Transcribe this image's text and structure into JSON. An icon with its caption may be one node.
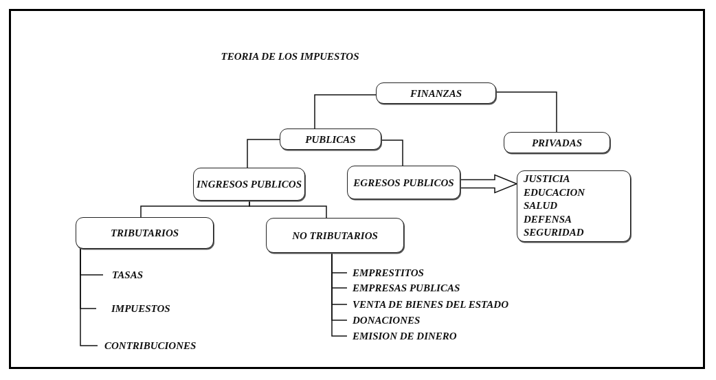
{
  "diagram": {
    "title": "TEORIA DE LOS IMPUESTOS",
    "nodes": [
      {
        "text": [
          "FINANZAS"
        ]
      },
      {
        "text": [
          "PUBLICAS"
        ]
      },
      {
        "text": [
          "PRIVADAS"
        ]
      },
      {
        "text": [
          "INGRESOS PUBLICOS"
        ]
      },
      {
        "text": [
          "EGRESOS PUBLICOS"
        ]
      },
      {
        "text": [
          "JUSTICIA",
          "EDUCACION",
          "SALUD",
          "DEFENSA",
          "SEGURIDAD"
        ]
      },
      {
        "text": [
          "TRIBUTARIOS"
        ]
      },
      {
        "text": [
          "NO TRIBUTARIOS"
        ]
      },
      {
        "text": [
          "TASAS"
        ]
      },
      {
        "text": [
          "IMPUESTOS"
        ]
      },
      {
        "text": [
          "CONTRIBUCIONES"
        ]
      },
      {
        "text": [
          "EMPRESTITOS"
        ]
      },
      {
        "text": [
          "EMPRESAS PUBLICAS"
        ]
      },
      {
        "text": [
          "VENTA DE BIENES DEL ESTADO"
        ]
      },
      {
        "text": [
          "DONACIONES"
        ]
      },
      {
        "text": [
          "EMISION DE DINERO"
        ]
      }
    ],
    "edges": [
      {
        "from": 0,
        "to": 1,
        "arrow": "none"
      },
      {
        "from": 0,
        "to": 2,
        "arrow": "none"
      },
      {
        "from": 1,
        "to": 3,
        "arrow": "none"
      },
      {
        "from": 1,
        "to": 4,
        "arrow": "none"
      },
      {
        "from": 4,
        "to": 5,
        "arrow": "to",
        "style": "thick"
      },
      {
        "from": 3,
        "to": 6,
        "arrow": "none"
      },
      {
        "from": 3,
        "to": 7,
        "arrow": "none"
      },
      {
        "from": 6,
        "to": 8,
        "arrow": "none"
      },
      {
        "from": 6,
        "to": 9,
        "arrow": "none"
      },
      {
        "from": 6,
        "to": 10,
        "arrow": "none"
      },
      {
        "from": 7,
        "to": 11,
        "arrow": "none"
      },
      {
        "from": 7,
        "to": 12,
        "arrow": "none"
      },
      {
        "from": 7,
        "to": 13,
        "arrow": "none"
      },
      {
        "from": 7,
        "to": 14,
        "arrow": "none"
      },
      {
        "from": 7,
        "to": 15,
        "arrow": "none"
      }
    ]
  }
}
